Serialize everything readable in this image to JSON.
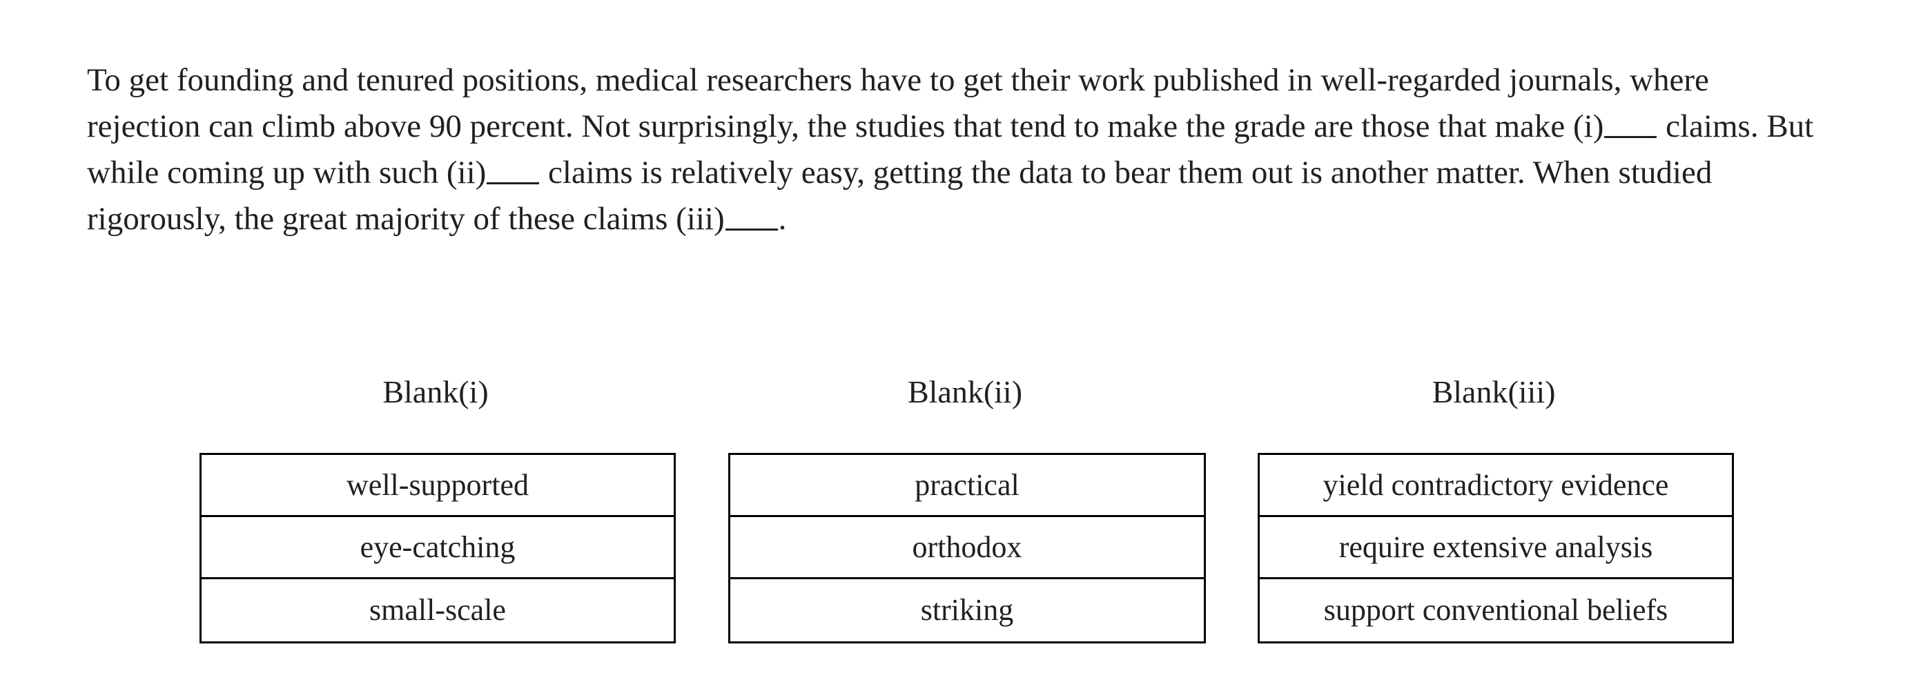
{
  "passage": {
    "segment_1": "To get founding and tenured positions, medical researchers have to get their work published in well-regarded journals, where rejection can climb above 90 percent. Not surprisingly, the studies that tend to make the grade are those that make (i)",
    "segment_2": " claims. But while coming up with such (ii)",
    "segment_3": " claims is relatively easy, getting the data to bear them out is another matter. When studied rigorously, the great majority of these claims (iii)",
    "segment_4": "."
  },
  "answer_columns": [
    {
      "header": "Blank(i)",
      "options": [
        "well-supported",
        "eye-catching",
        "small-scale"
      ]
    },
    {
      "header": "Blank(ii)",
      "options": [
        "practical",
        "orthodox",
        "striking"
      ]
    },
    {
      "header": "Blank(iii)",
      "options": [
        "yield contradictory evidence",
        "require extensive analysis",
        "support conventional beliefs"
      ]
    }
  ],
  "colors": {
    "text": "#231f20",
    "border": "#000000",
    "background": "#ffffff"
  }
}
